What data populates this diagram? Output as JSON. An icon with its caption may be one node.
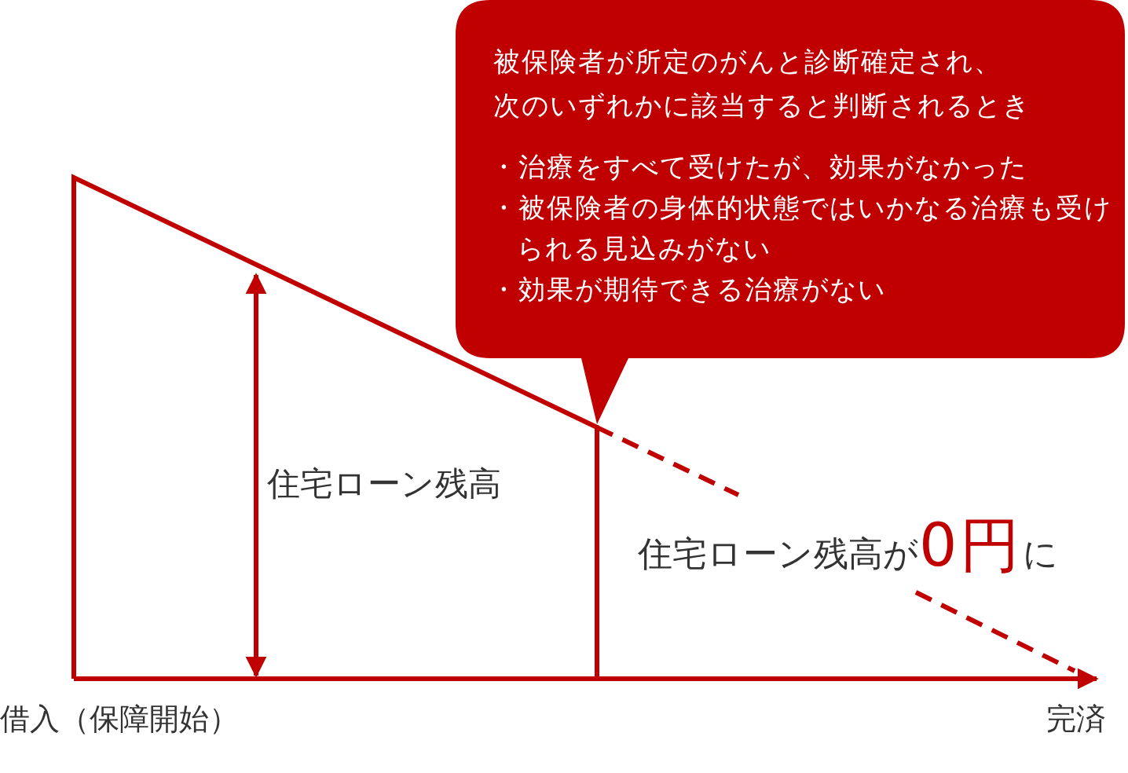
{
  "diagram": {
    "nodes": [
      {
        "text": [
          "被保険者が所定のがんと診断確定され、次のいずれかに該当すると判断されるとき",
          "・治療をすべて受けたが、効果がなかった",
          "・被保険者の身体的状態ではいかなる治療も受けられる見込みがない",
          "・効果が期待できる治療がない"
        ]
      }
    ],
    "labels": [
      "住宅ローン残高",
      "住宅ローン残高が**0円**に",
      "借入（保障開始）",
      "完済"
    ]
  }
}
